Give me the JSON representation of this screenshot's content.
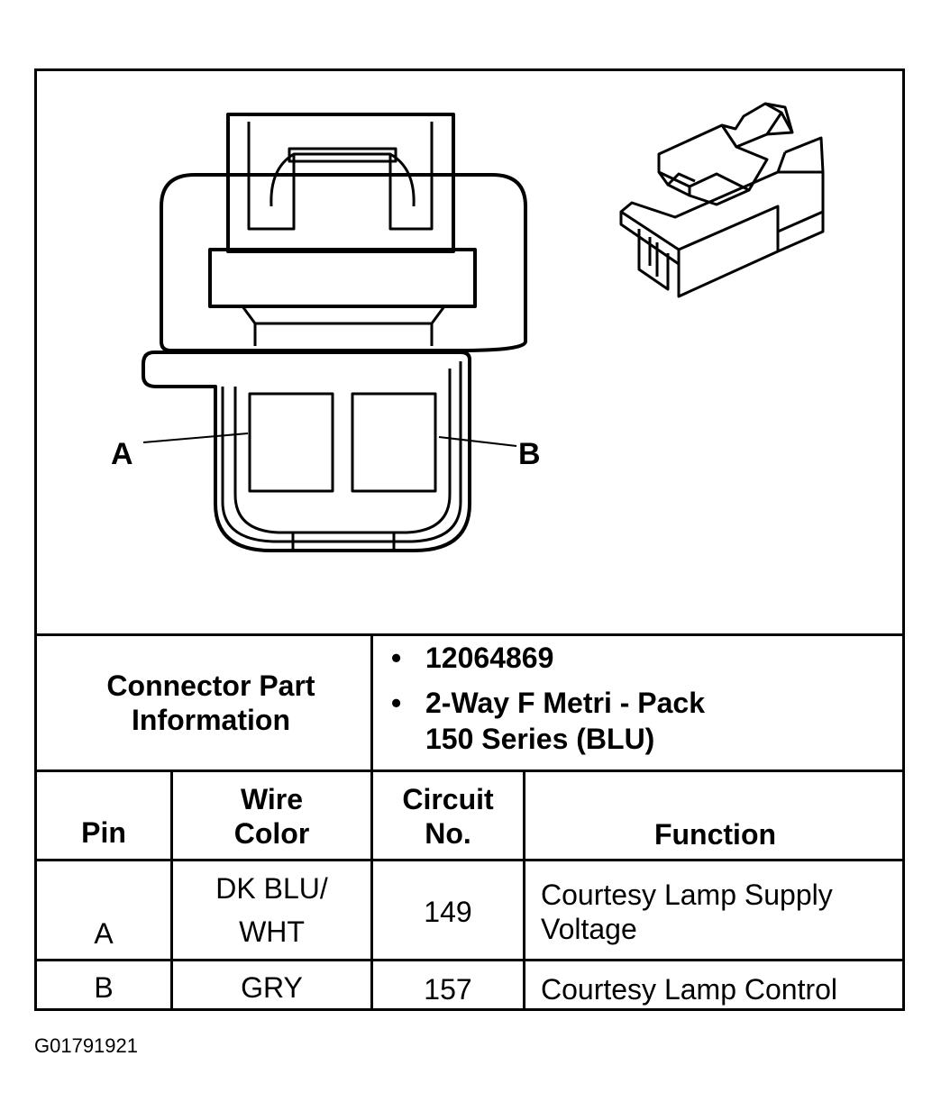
{
  "part_info": {
    "label": "Connector Part Information",
    "items": [
      "12064869",
      "2-Way F Metri - Pack 150 Series (BLU)"
    ],
    "item2_line1": "2-Way F Metri - Pack",
    "item2_line2": "150 Series (BLU)"
  },
  "pin_labels": {
    "a": "A",
    "b": "B"
  },
  "table": {
    "headers": {
      "pin": "Pin",
      "wire_color_1": "Wire",
      "wire_color_2": "Color",
      "circuit_1": "Circuit",
      "circuit_2": "No.",
      "function": "Function"
    },
    "rows": [
      {
        "pin": "A",
        "wire_1": "DK BLU/",
        "wire_2": "WHT",
        "circuit": "149",
        "function_1": "Courtesy Lamp Supply",
        "function_2": "Voltage"
      },
      {
        "pin": "B",
        "wire_1": "GRY",
        "circuit": "157",
        "function_1": "Courtesy Lamp Control"
      }
    ]
  },
  "figure_id": "G01791921"
}
